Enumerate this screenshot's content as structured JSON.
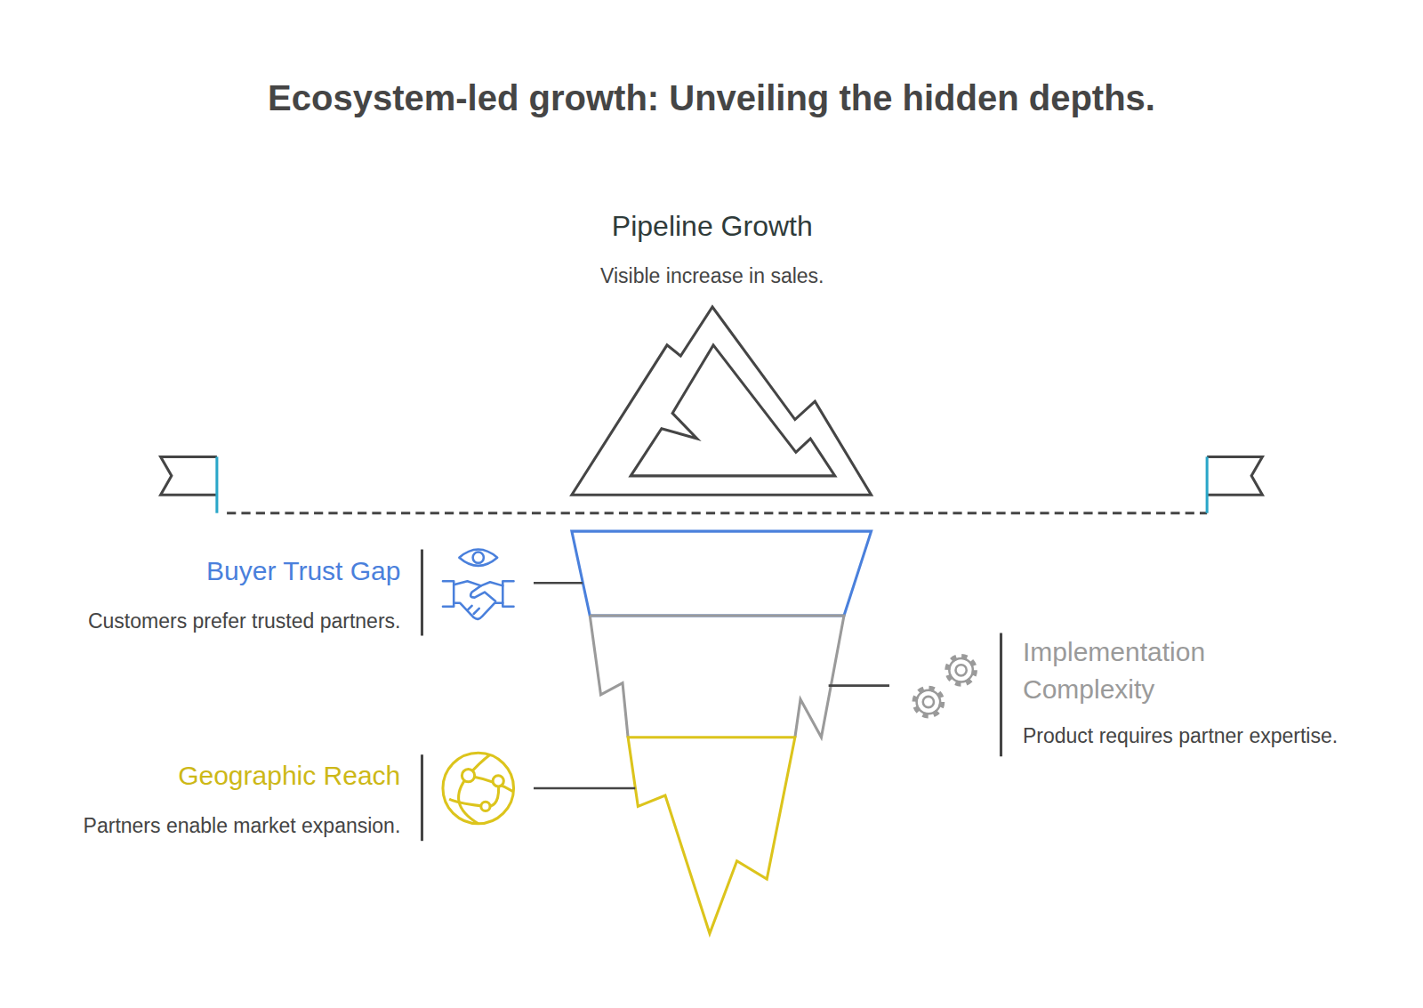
{
  "diagram": {
    "title": "Ecosystem-led growth: Unveiling the hidden depths.",
    "nodes": [
      {
        "text": [
          "Pipeline Growth",
          "Visible increase in sales."
        ]
      },
      {
        "text": [
          "Buyer Trust Gap",
          "Customers prefer trusted partners."
        ]
      },
      {
        "text": [
          "Implementation Complexity",
          "Product requires partner expertise."
        ]
      },
      {
        "text": [
          "Geographic Reach",
          "Partners enable market expansion."
        ]
      }
    ]
  }
}
